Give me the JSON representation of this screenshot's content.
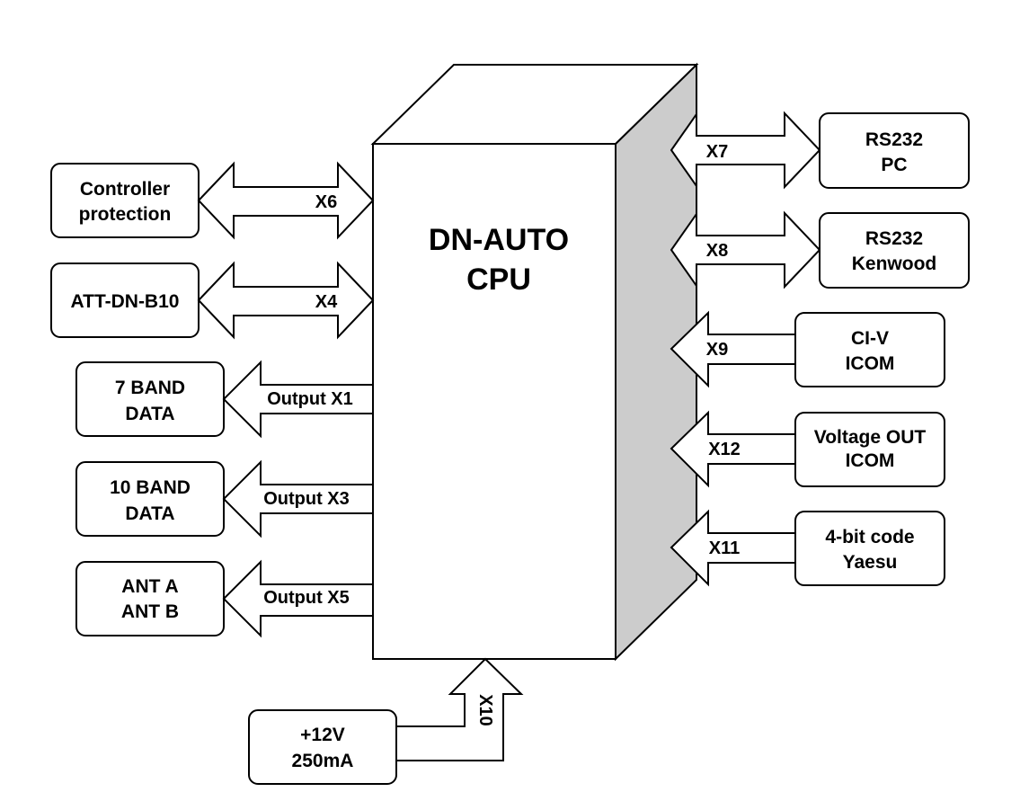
{
  "cpu": {
    "line1": "DN-AUTO",
    "line2": "CPU"
  },
  "left_blocks": {
    "controller_protection": {
      "line1": "Controller",
      "line2": "protection",
      "port": "X6"
    },
    "att": {
      "line1": "ATT-DN-B10",
      "port": "X4"
    },
    "band7": {
      "line1": "7 BAND",
      "line2": "DATA",
      "port": "Output X1"
    },
    "band10": {
      "line1": "10 BAND",
      "line2": "DATA",
      "port": "Output X3"
    },
    "ant": {
      "line1": "ANT A",
      "line2": "ANT B",
      "port": "Output X5"
    }
  },
  "right_blocks": {
    "rs232_pc": {
      "line1": "RS232",
      "line2": "PC",
      "port": "X7"
    },
    "rs232_kenwood": {
      "line1": "RS232",
      "line2": "Kenwood",
      "port": "X8"
    },
    "civ_icom": {
      "line1": "CI-V",
      "line2": "ICOM",
      "port": "X9"
    },
    "voltage_icom": {
      "line1": "Voltage OUT",
      "line2": "ICOM",
      "port": "X12"
    },
    "yaesu": {
      "line1": "4-bit code",
      "line2": "Yaesu",
      "port": "X11"
    }
  },
  "power": {
    "line1": "+12V",
    "line2": "250mA",
    "port": "X10"
  }
}
